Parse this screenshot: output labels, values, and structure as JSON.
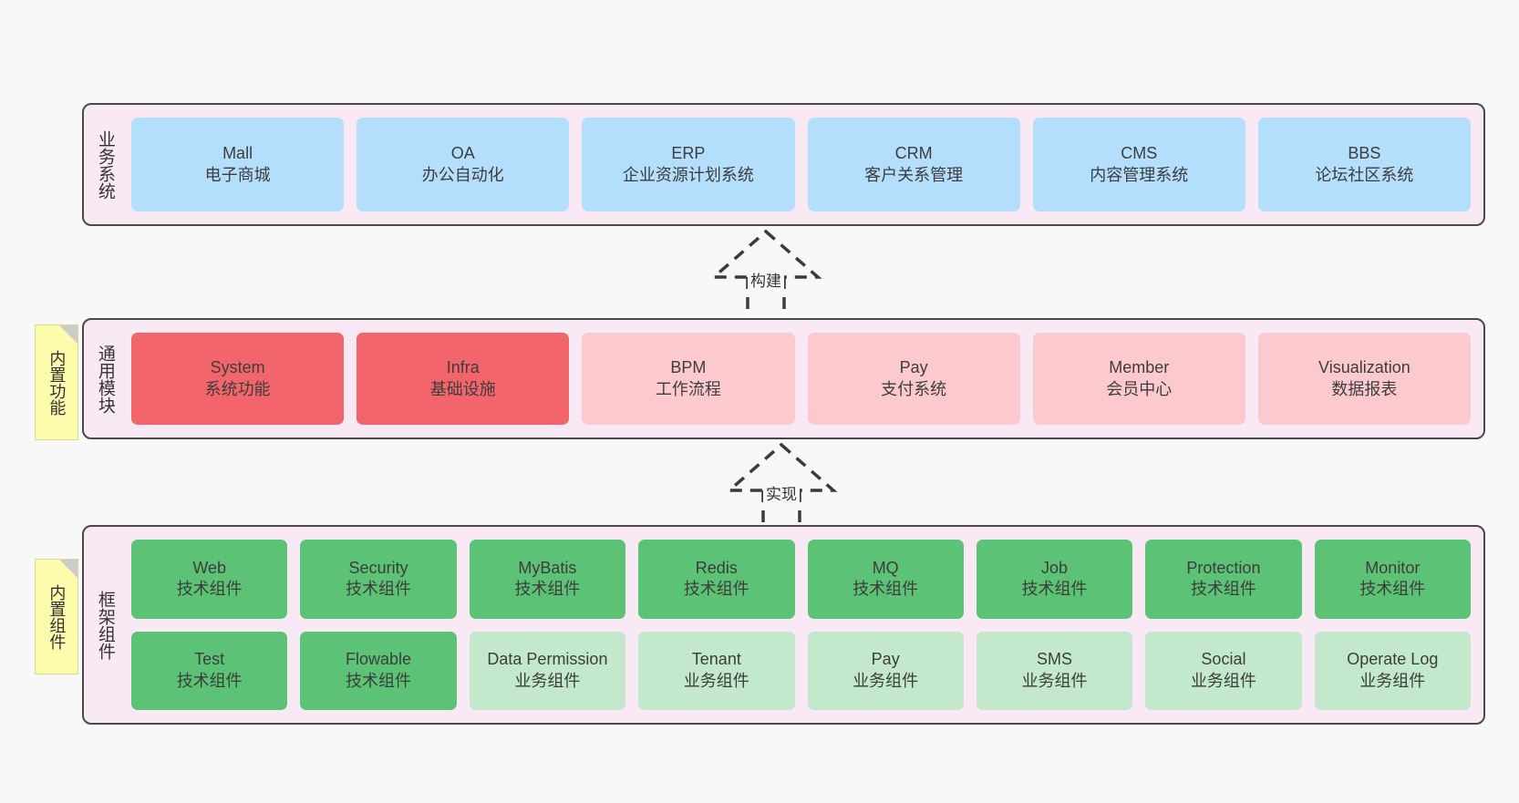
{
  "canvas": {
    "background": "#f8f8f8",
    "panel_bg": "#f9e9f4",
    "panel_border": "#494949",
    "note_bg": "#fcfcac",
    "colors": {
      "blue": "#b3dffc",
      "red": "#f2656a",
      "pink": "#fccace",
      "green": "#5cc275",
      "green_light": "#c3e8cb"
    }
  },
  "layers": [
    {
      "id": "business",
      "title": "业务系统",
      "columns": 6,
      "cards": [
        {
          "name": "Mall",
          "sub": "电子商城",
          "color": "blue"
        },
        {
          "name": "OA",
          "sub": "办公自动化",
          "color": "blue"
        },
        {
          "name": "ERP",
          "sub": "企业资源计划系统",
          "color": "blue"
        },
        {
          "name": "CRM",
          "sub": "客户关系管理",
          "color": "blue"
        },
        {
          "name": "CMS",
          "sub": "内容管理系统",
          "color": "blue"
        },
        {
          "name": "BBS",
          "sub": "论坛社区系统",
          "color": "blue"
        }
      ]
    },
    {
      "id": "common",
      "title": "通用模块",
      "columns": 6,
      "cards": [
        {
          "name": "System",
          "sub": "系统功能",
          "color": "red"
        },
        {
          "name": "Infra",
          "sub": "基础设施",
          "color": "red"
        },
        {
          "name": "BPM",
          "sub": "工作流程",
          "color": "pink"
        },
        {
          "name": "Pay",
          "sub": "支付系统",
          "color": "pink"
        },
        {
          "name": "Member",
          "sub": "会员中心",
          "color": "pink"
        },
        {
          "name": "Visualization",
          "sub": "数据报表",
          "color": "pink"
        }
      ]
    },
    {
      "id": "framework",
      "title": "框架组件",
      "columns": 8,
      "cards": [
        {
          "name": "Web",
          "sub": "技术组件",
          "color": "green"
        },
        {
          "name": "Security",
          "sub": "技术组件",
          "color": "green"
        },
        {
          "name": "MyBatis",
          "sub": "技术组件",
          "color": "green"
        },
        {
          "name": "Redis",
          "sub": "技术组件",
          "color": "green"
        },
        {
          "name": "MQ",
          "sub": "技术组件",
          "color": "green"
        },
        {
          "name": "Job",
          "sub": "技术组件",
          "color": "green"
        },
        {
          "name": "Protection",
          "sub": "技术组件",
          "color": "green"
        },
        {
          "name": "Monitor",
          "sub": "技术组件",
          "color": "green"
        },
        {
          "name": "Test",
          "sub": "技术组件",
          "color": "green"
        },
        {
          "name": "Flowable",
          "sub": "技术组件",
          "color": "green"
        },
        {
          "name": "Data Permission",
          "sub": "业务组件",
          "color": "green_light"
        },
        {
          "name": "Tenant",
          "sub": "业务组件",
          "color": "green_light"
        },
        {
          "name": "Pay",
          "sub": "业务组件",
          "color": "green_light"
        },
        {
          "name": "SMS",
          "sub": "业务组件",
          "color": "green_light"
        },
        {
          "name": "Social",
          "sub": "业务组件",
          "color": "green_light"
        },
        {
          "name": "Operate Log",
          "sub": "业务组件",
          "color": "green_light"
        }
      ]
    }
  ],
  "notes": [
    {
      "id": "builtin-function",
      "label": "内置功能"
    },
    {
      "id": "builtin-component",
      "label": "内置组件"
    }
  ],
  "arrows": [
    {
      "id": "build",
      "label": "构建"
    },
    {
      "id": "realize",
      "label": "实现"
    }
  ]
}
